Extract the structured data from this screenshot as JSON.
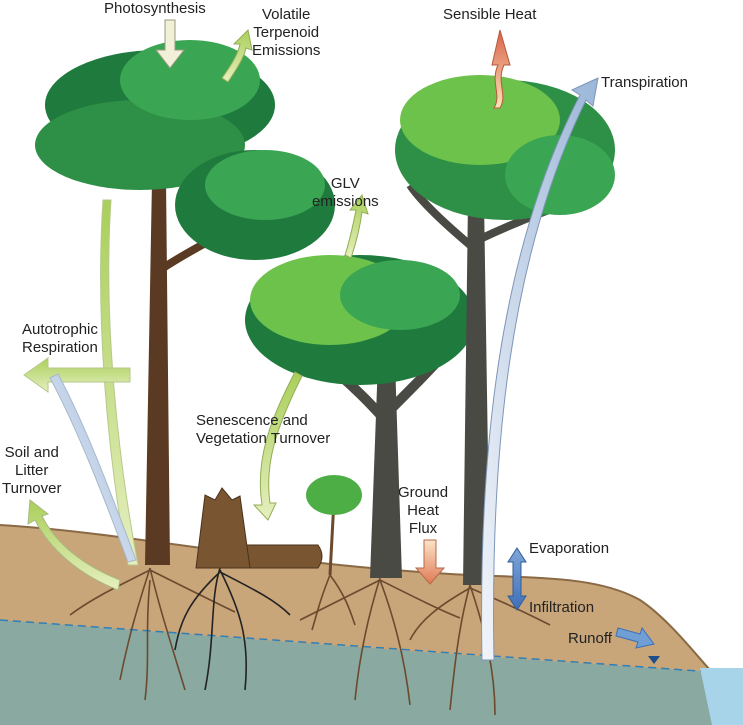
{
  "labels": {
    "photosynthesis": "Photosynthesis",
    "volatile_terpenoid": "Volatile\nTerpenoid\nEmissions",
    "sensible_heat": "Sensible Heat",
    "transpiration": "Transpiration",
    "glv": "GLV\nemissions",
    "autotrophic": "Autotrophic\nRespiration",
    "senescence": "Senescence and\nVegetation Turnover",
    "soil_litter": "Soil and\nLitter\nTurnover",
    "ground_heat": "Ground\nHeat\nFlux",
    "evaporation": "Evaporation",
    "infiltration": "Infiltration",
    "runoff": "Runoff"
  },
  "colors": {
    "soil": "#c9a57a",
    "groundwater": "#7ea9a8",
    "canopy_dark": "#1f7a3d",
    "canopy_light": "#6cc24a",
    "trunk": "#5a3a22",
    "arrow_green": "#cfe39a",
    "arrow_blue": "#a9c4e4",
    "arrow_heat": "#e89a7a"
  }
}
